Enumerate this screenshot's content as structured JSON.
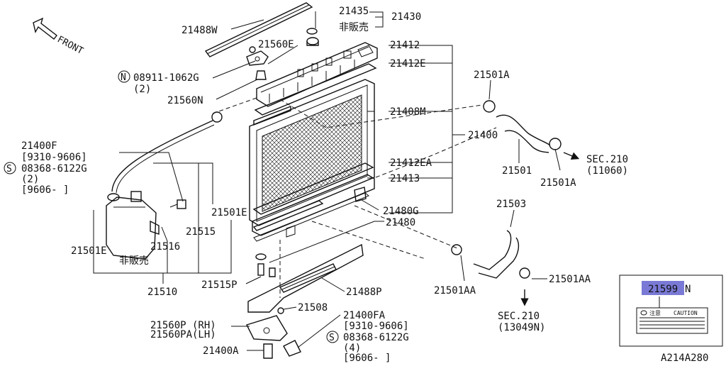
{
  "labels": {
    "front": "FRONT",
    "p21488W": "21488W",
    "p21435": "21435",
    "p21430": "21430",
    "hihanbai_top": "非販売",
    "p21560E": "21560E",
    "p21412": "21412",
    "p08911": "08911-1062G",
    "p08911_qty": "(2)",
    "p21412E": "21412E",
    "p21560N": "21560N",
    "p21501A_top": "21501A",
    "p21408M": "21408M",
    "p21400": "21400",
    "p21400F": "21400F",
    "p21400F_range1": "[9310-9606]",
    "p08368_top": "08368-6122G",
    "p08368_top_qty": "(2)",
    "p08368_top_range": "[9606-    ]",
    "sec210_a": "SEC.210",
    "sec210_a_code": "(11060)",
    "p21501": "21501",
    "p21501A_bot": "21501A",
    "p21412EA": "21412EA",
    "p21413": "21413",
    "p21503": "21503",
    "p21501E_mid": "21501E",
    "p21480G": "21480G",
    "p21480": "21480",
    "p21515": "21515",
    "p21516": "21516",
    "p21501E_left": "21501E",
    "hihanbai_tank": "非販売",
    "p21510": "21510",
    "p21515P": "21515P",
    "p21488P": "21488P",
    "p21501AA_left": "21501AA",
    "p21501AA_right": "21501AA",
    "p21508": "21508",
    "p21400FA": "21400FA",
    "p21400FA_range1": "[9310-9606]",
    "p21560P": "21560P (RH)",
    "p21560PA": "21560PA(LH)",
    "p08368_bot": "08368-6122G",
    "p08368_bot_qty": "(4)",
    "p08368_bot_range": "[9606-    ]",
    "p21400A": "21400A",
    "sec210_b": "SEC.210",
    "sec210_b_code": "(13049N)",
    "inset_part": "21599",
    "inset_suffix": "N",
    "inset_caution": "CAUTION",
    "inset_jp": "注意",
    "diagram_code": "A214A280",
    "circle_n": "N",
    "circle_s": "S"
  },
  "colors": {
    "line": "#111111",
    "highlight": "#7a7ad6"
  }
}
